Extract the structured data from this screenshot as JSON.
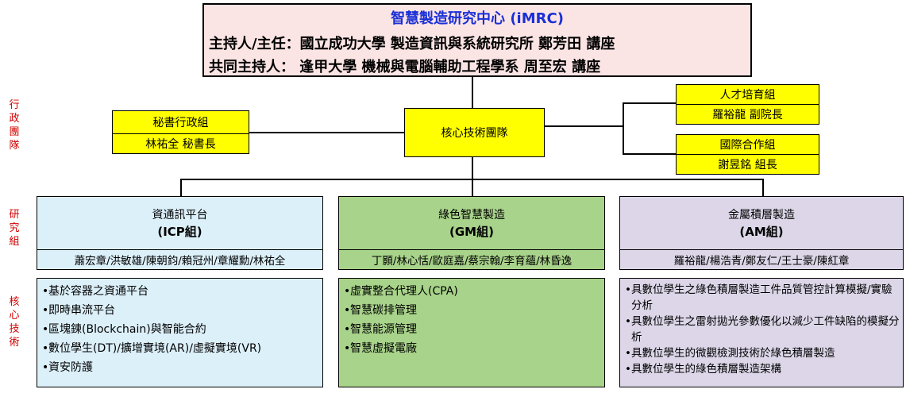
{
  "header": {
    "title": "智慧製造研究中心 (iMRC)",
    "line1": "主持人/主任：國立成功大學 製造資訊與系統研究所  鄭芳田 講座",
    "line2": "共同主持人： 逢甲大學  機械與電腦輔助工程學系    周至宏 講座"
  },
  "side_labels": {
    "admin": [
      "行",
      "政",
      "團",
      "隊"
    ],
    "research": [
      "研",
      "究",
      "組"
    ],
    "core": [
      "核",
      "心",
      "技",
      "術"
    ]
  },
  "admin": {
    "secretariat": {
      "name": "秘書行政組",
      "person": "林祐全 秘書長"
    },
    "core_team": "核心技術團隊",
    "talent": {
      "name": "人才培育組",
      "person": "羅裕龍 副院長"
    },
    "international": {
      "name": "國際合作組",
      "person": "謝昱銘 組長"
    }
  },
  "groups": [
    {
      "name": "資通訊平台",
      "abbr": "(ICP組)",
      "members": "蕭宏章/洪敏雄/陳朝鈞/賴冠州/章耀勳/林祐全",
      "color": "#dcf0fa",
      "items": [
        "基於容器之資通平台",
        "即時串流平台",
        "區塊鍊(Blockchain)與智能合約",
        "數位學生(DT)/擴增實境(AR)/虛擬實境(VR)",
        "資安防護"
      ]
    },
    {
      "name": "綠色智慧製造",
      "abbr": "(GM組)",
      "members": "丁顥/林心恬/歐庭嘉/蔡宗翰/李育蘊/林昏逸",
      "color": "#a8d38a",
      "items": [
        "虛實整合代理人(CPA)",
        "智慧碳排管理",
        "智慧能源管理",
        "智慧虛擬電廠"
      ]
    },
    {
      "name": "金屬積層製造",
      "abbr": "(AM組)",
      "members": "羅裕龍/楊浩青/鄭友仁/王士豪/陳紅章",
      "color": "#dcd6e8",
      "items": [
        "具數位學生之綠色積層製造工件品質管控計算模擬/實驗分析",
        "具數位學生之雷射拋光參數優化以減少工件缺陷的模擬分析",
        "具數位學生的微觀檢測技術於綠色積層製造",
        "具數位學生的綠色積層製造架構"
      ]
    }
  ]
}
